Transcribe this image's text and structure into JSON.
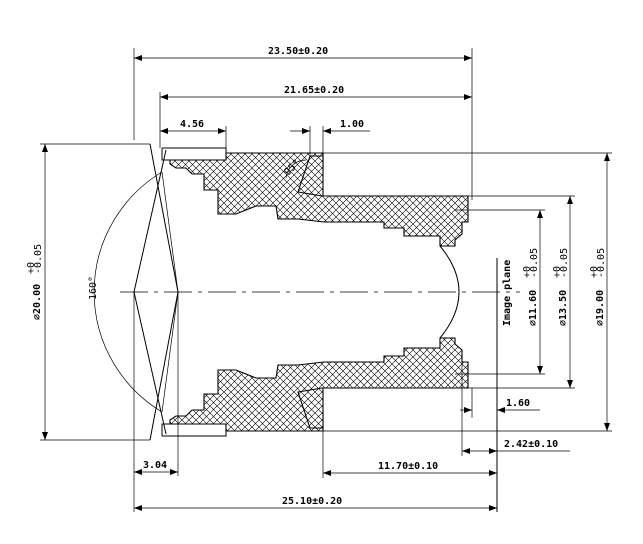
{
  "dimensions": {
    "overall_top": "23.50±0.20",
    "inner_top": "21.65±0.20",
    "front_width": "4.56",
    "step": "1.00",
    "angle_chamfer": "95°",
    "fov": "160°",
    "dia_front": "⌀20.00",
    "dia_front_tol_upper": "+0",
    "dia_front_tol_lower": "-0.05",
    "dia_thread": "⌀11.60",
    "dia_thread_tol_upper": "+0",
    "dia_thread_tol_lower": "-0.05",
    "dia_mid": "⌀13.50",
    "dia_mid_tol_upper": "+0",
    "dia_mid_tol_lower": "-0.05",
    "dia_flange": "⌀19.00",
    "dia_flange_tol_upper": "+0",
    "dia_flange_tol_lower": "-0.05",
    "lens_front": "3.04",
    "back_step": "1.60",
    "back_focal": "2.42±0.10",
    "mount_length": "11.70±0.10",
    "overall_bottom": "25.10±0.20",
    "image_plane": "Image plane"
  }
}
